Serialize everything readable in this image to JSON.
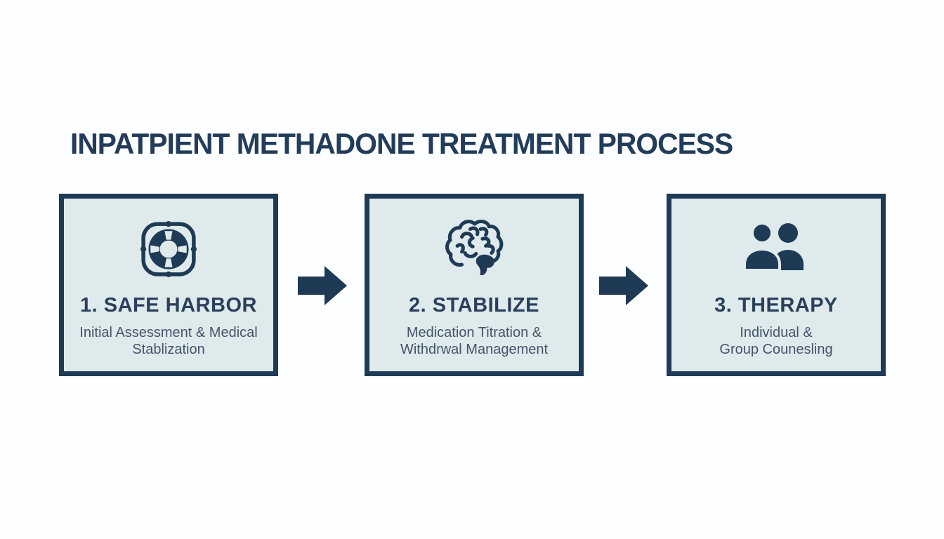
{
  "title": "INPATPIENT METHADONE TREATMENT PROCESS",
  "colors": {
    "page_bg": "#fcfeff",
    "navy": "#1e3a55",
    "title_color": "#223c5a",
    "heading_color": "#2a405a",
    "subtitle_color": "#44556a",
    "box_bg": "#dfeaed"
  },
  "steps": [
    {
      "icon": "lifebuoy-icon",
      "heading": "1. SAFE HARBOR",
      "desc_line1": "Initial Assessment & Medical",
      "desc_line2": "Stablization"
    },
    {
      "icon": "brain-icon",
      "heading": "2. STABILIZE",
      "desc_line1": "Medication Titration &",
      "desc_line2": "Withdrwal Management"
    },
    {
      "icon": "people-icon",
      "heading": "3. THERAPY",
      "desc_line1": "Individual &",
      "desc_line2": "Group Counesling"
    }
  ],
  "connectors": [
    "right-arrow",
    "right-arrow"
  ]
}
